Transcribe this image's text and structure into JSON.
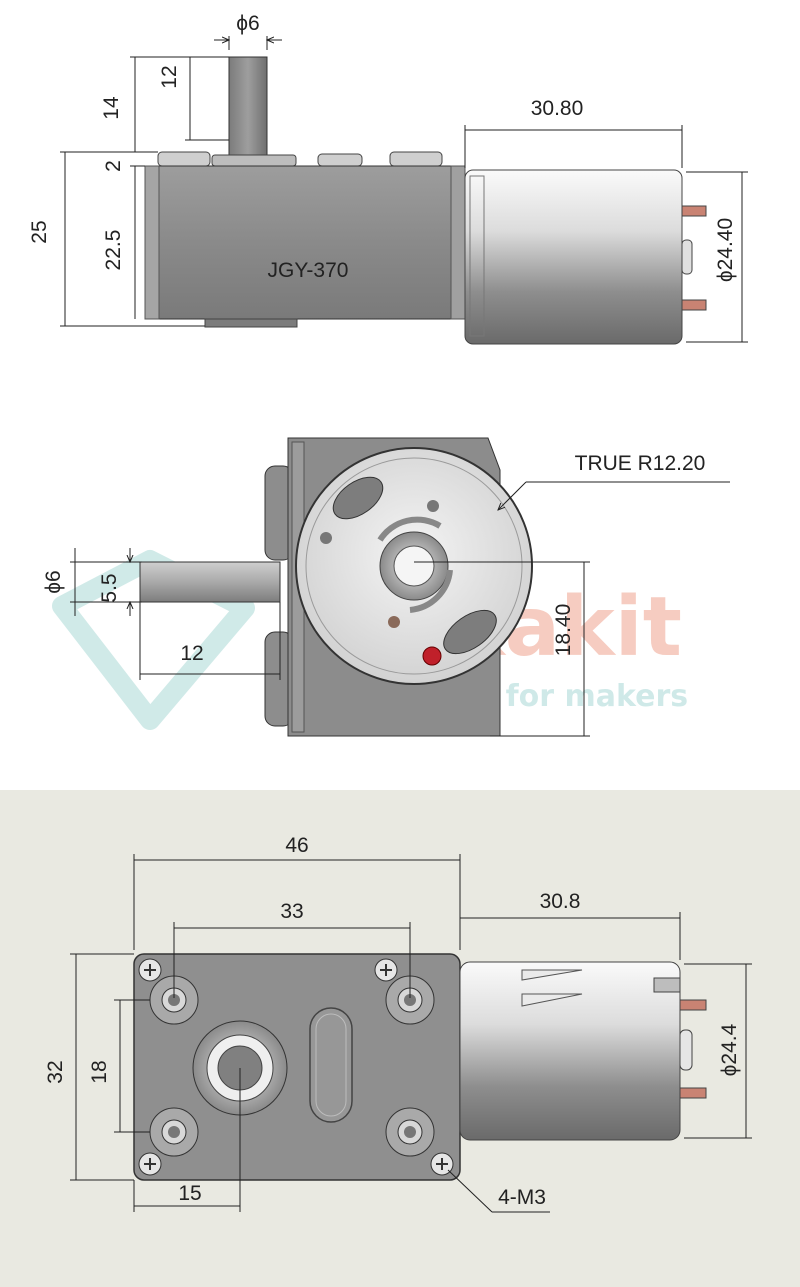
{
  "view_top": {
    "model_label": "JGY-370",
    "dims": {
      "shaft_diameter": "ϕ6",
      "shaft_len_12": "12",
      "shaft_len_14": "14",
      "total_height": "25",
      "collar": "2",
      "body_height": "22.5",
      "motor_len": "30.80",
      "motor_diameter": "ϕ24.40"
    }
  },
  "view_side": {
    "dims": {
      "radius_callout": "TRUE R12.20",
      "shaft_diameter": "ϕ6",
      "flat": "5.5",
      "shaft_len": "12",
      "shaft_offset": "18.40"
    }
  },
  "view_front": {
    "dims": {
      "width": "46",
      "hole_spacing_x": "33",
      "motor_len": "30.8",
      "height": "32",
      "hole_spacing_y": "18",
      "motor_diameter": "ϕ24.4",
      "shaft_offset": "15",
      "screws": "4-M3"
    }
  },
  "watermark": {
    "brand": "laskakit",
    "tagline": "by makers for makers"
  },
  "colors": {
    "metal_dark": "#8f8f8f",
    "metal_light": "#d6d6d6",
    "line": "#111111",
    "watermark_red": "#f0a490",
    "watermark_teal": "#a9d8d6",
    "bottom_bg": "#e9e9e1"
  }
}
